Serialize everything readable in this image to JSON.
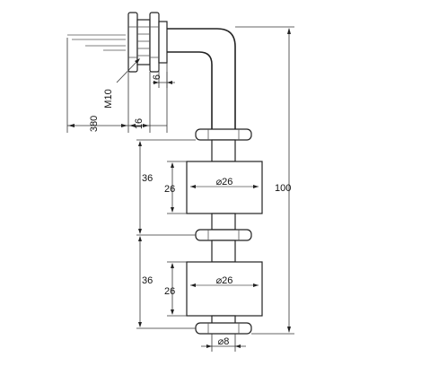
{
  "labels": {
    "thread": "M10",
    "nut_thickness": "6",
    "cable_length": "380",
    "thread_length": "16",
    "total_length": "100",
    "float1_spacing": "36",
    "float1_height": "26",
    "float1_diameter": "⌀26",
    "float2_spacing": "36",
    "float2_height": "26",
    "float2_diameter": "⌀26",
    "stem_diameter": "⌀8"
  }
}
